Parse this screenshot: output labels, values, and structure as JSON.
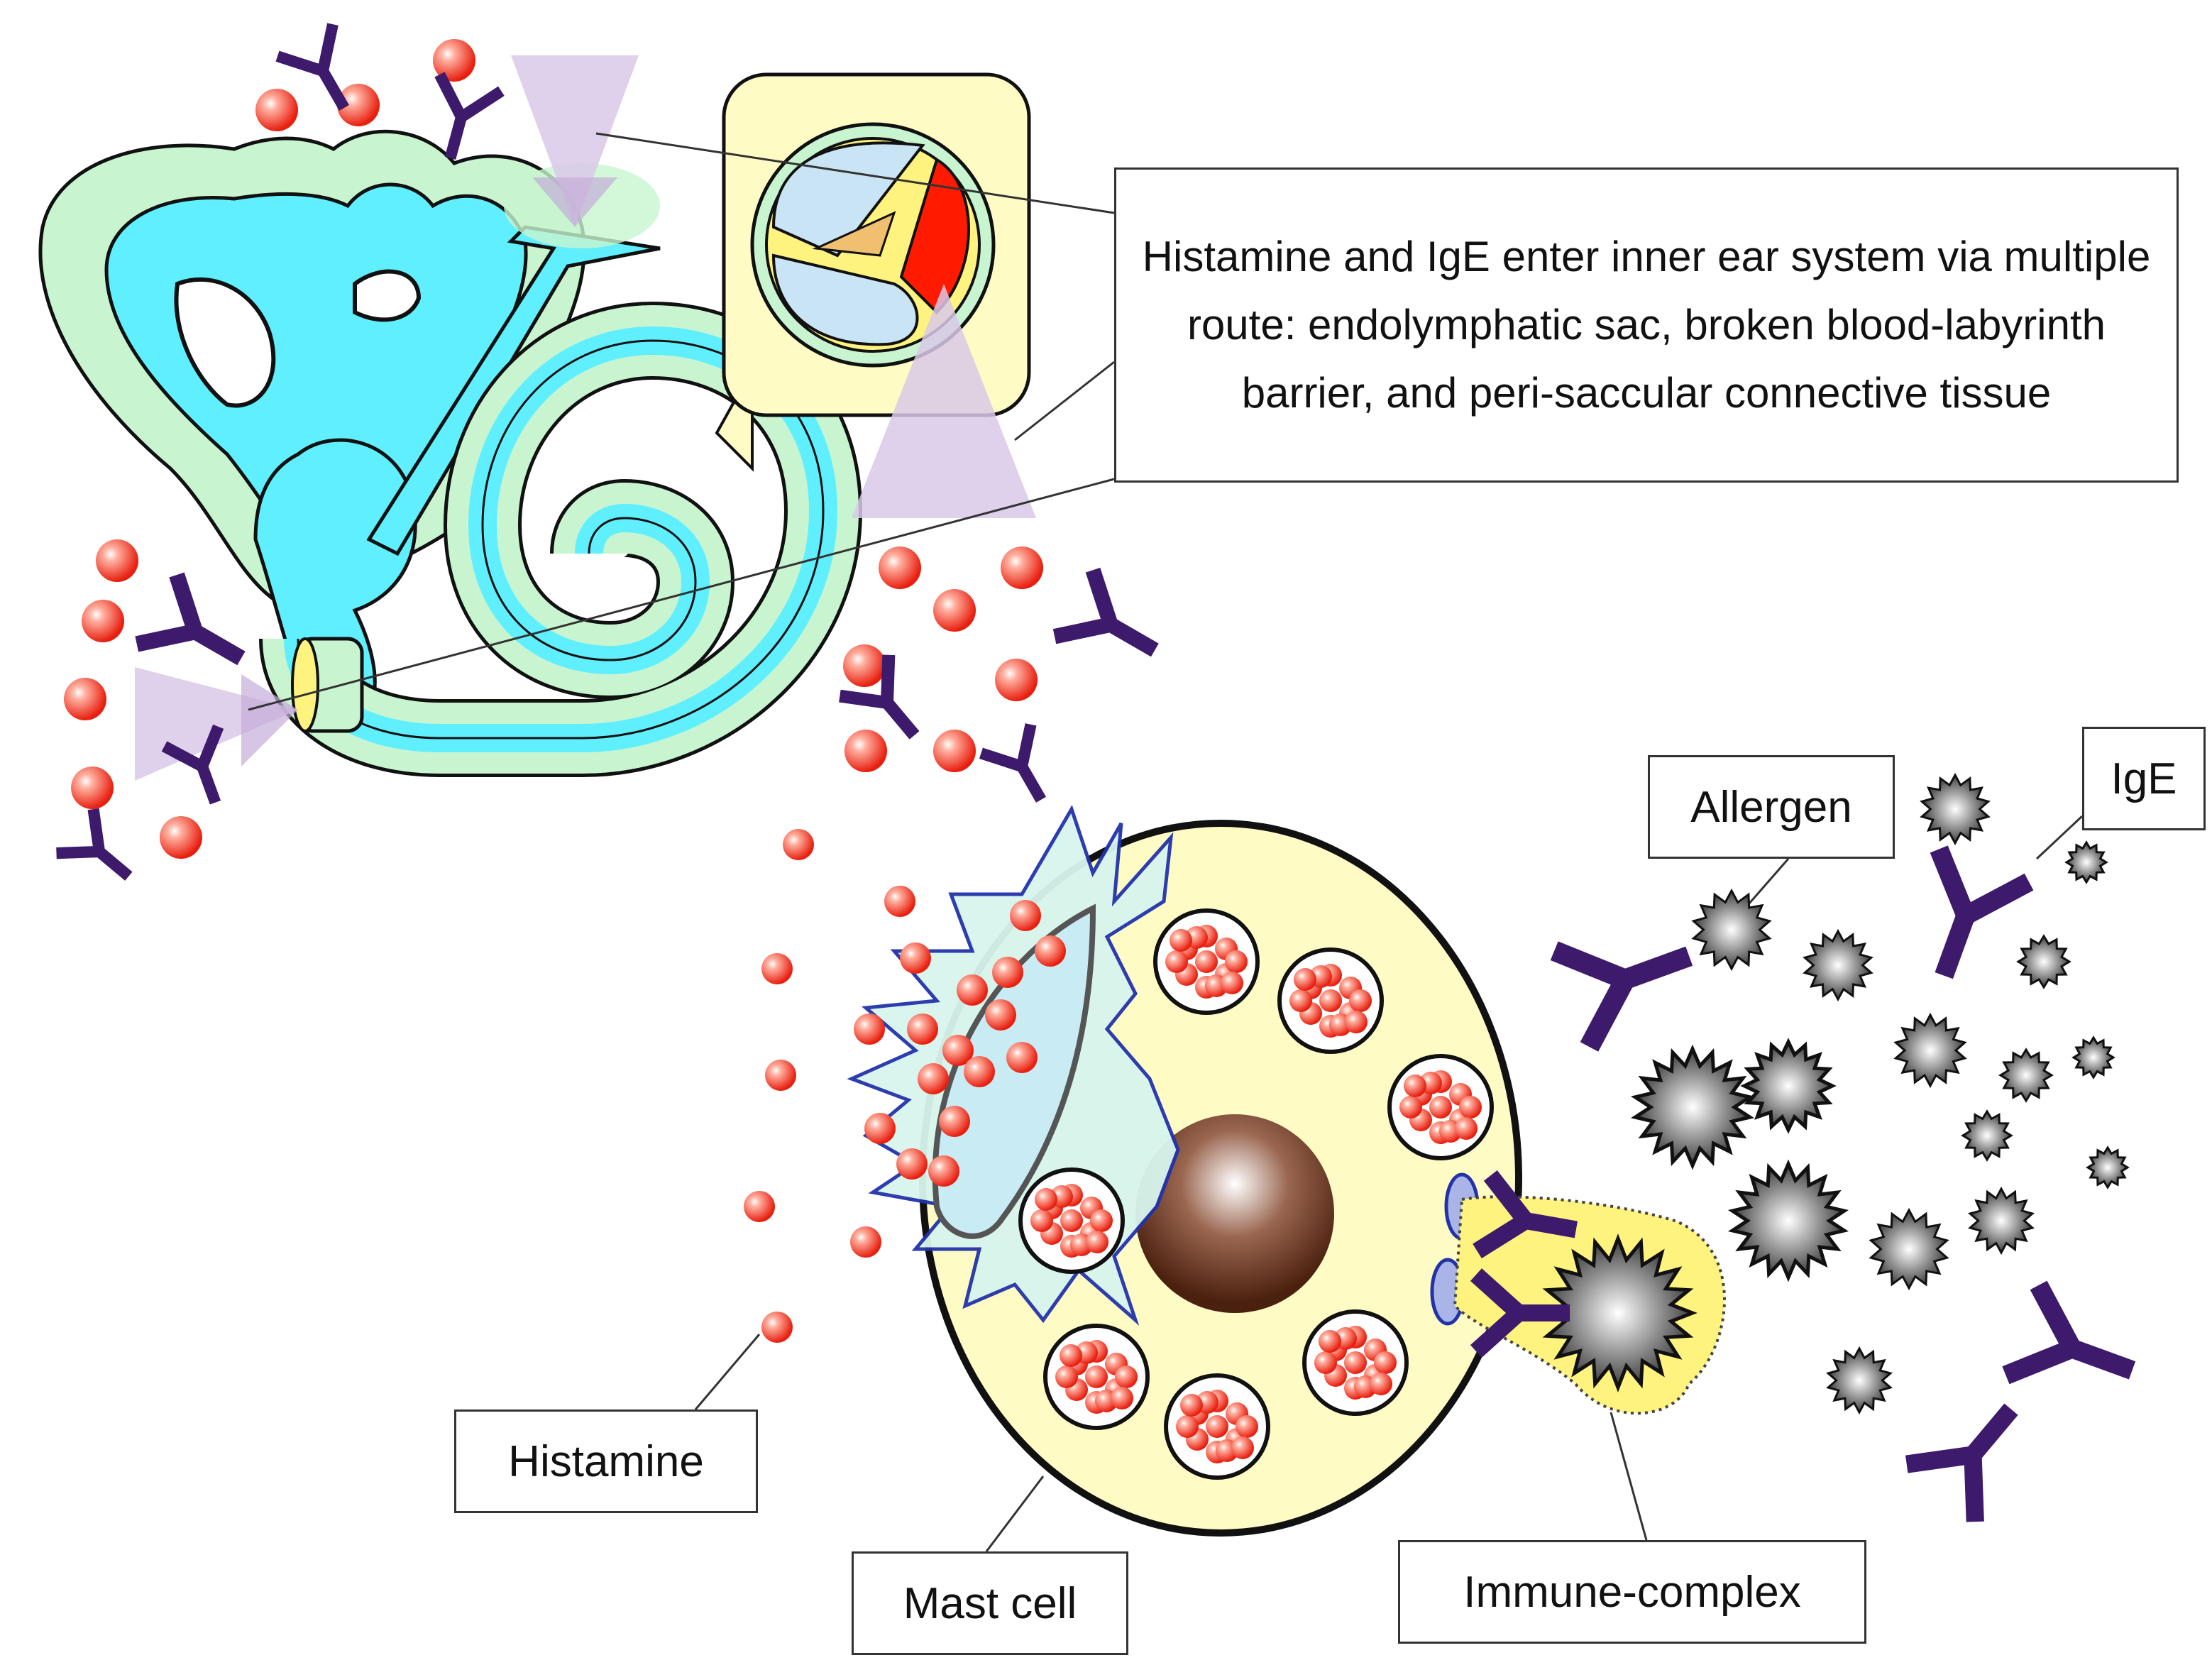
{
  "callout": {
    "text": "Histamine and IgE enter inner ear system via multiple route: endolymphatic sac, broken blood-labyrinth barrier, and peri-saccular connective tissue"
  },
  "labels": {
    "allergen": "Allergen",
    "ige": "IgE",
    "histamine": "Histamine",
    "mast_cell": "Mast cell",
    "immune_complex": "Immune-complex"
  },
  "colors": {
    "endolymph": "#5fefff",
    "perilymph": "#c8f5d0",
    "cell_fill": "#fffbc4",
    "histamine": "#ff3a2a",
    "ige": "#3d1a6b",
    "allergen": "#777777",
    "nucleus": "#5c2a14",
    "arrow": "#d9c8e8",
    "degranulation": "#d8f5ee",
    "membrane_outline": "#2233aa"
  },
  "icons": [
    "histamine-granule",
    "ige-antibody",
    "allergen-particle",
    "route-arrow"
  ]
}
